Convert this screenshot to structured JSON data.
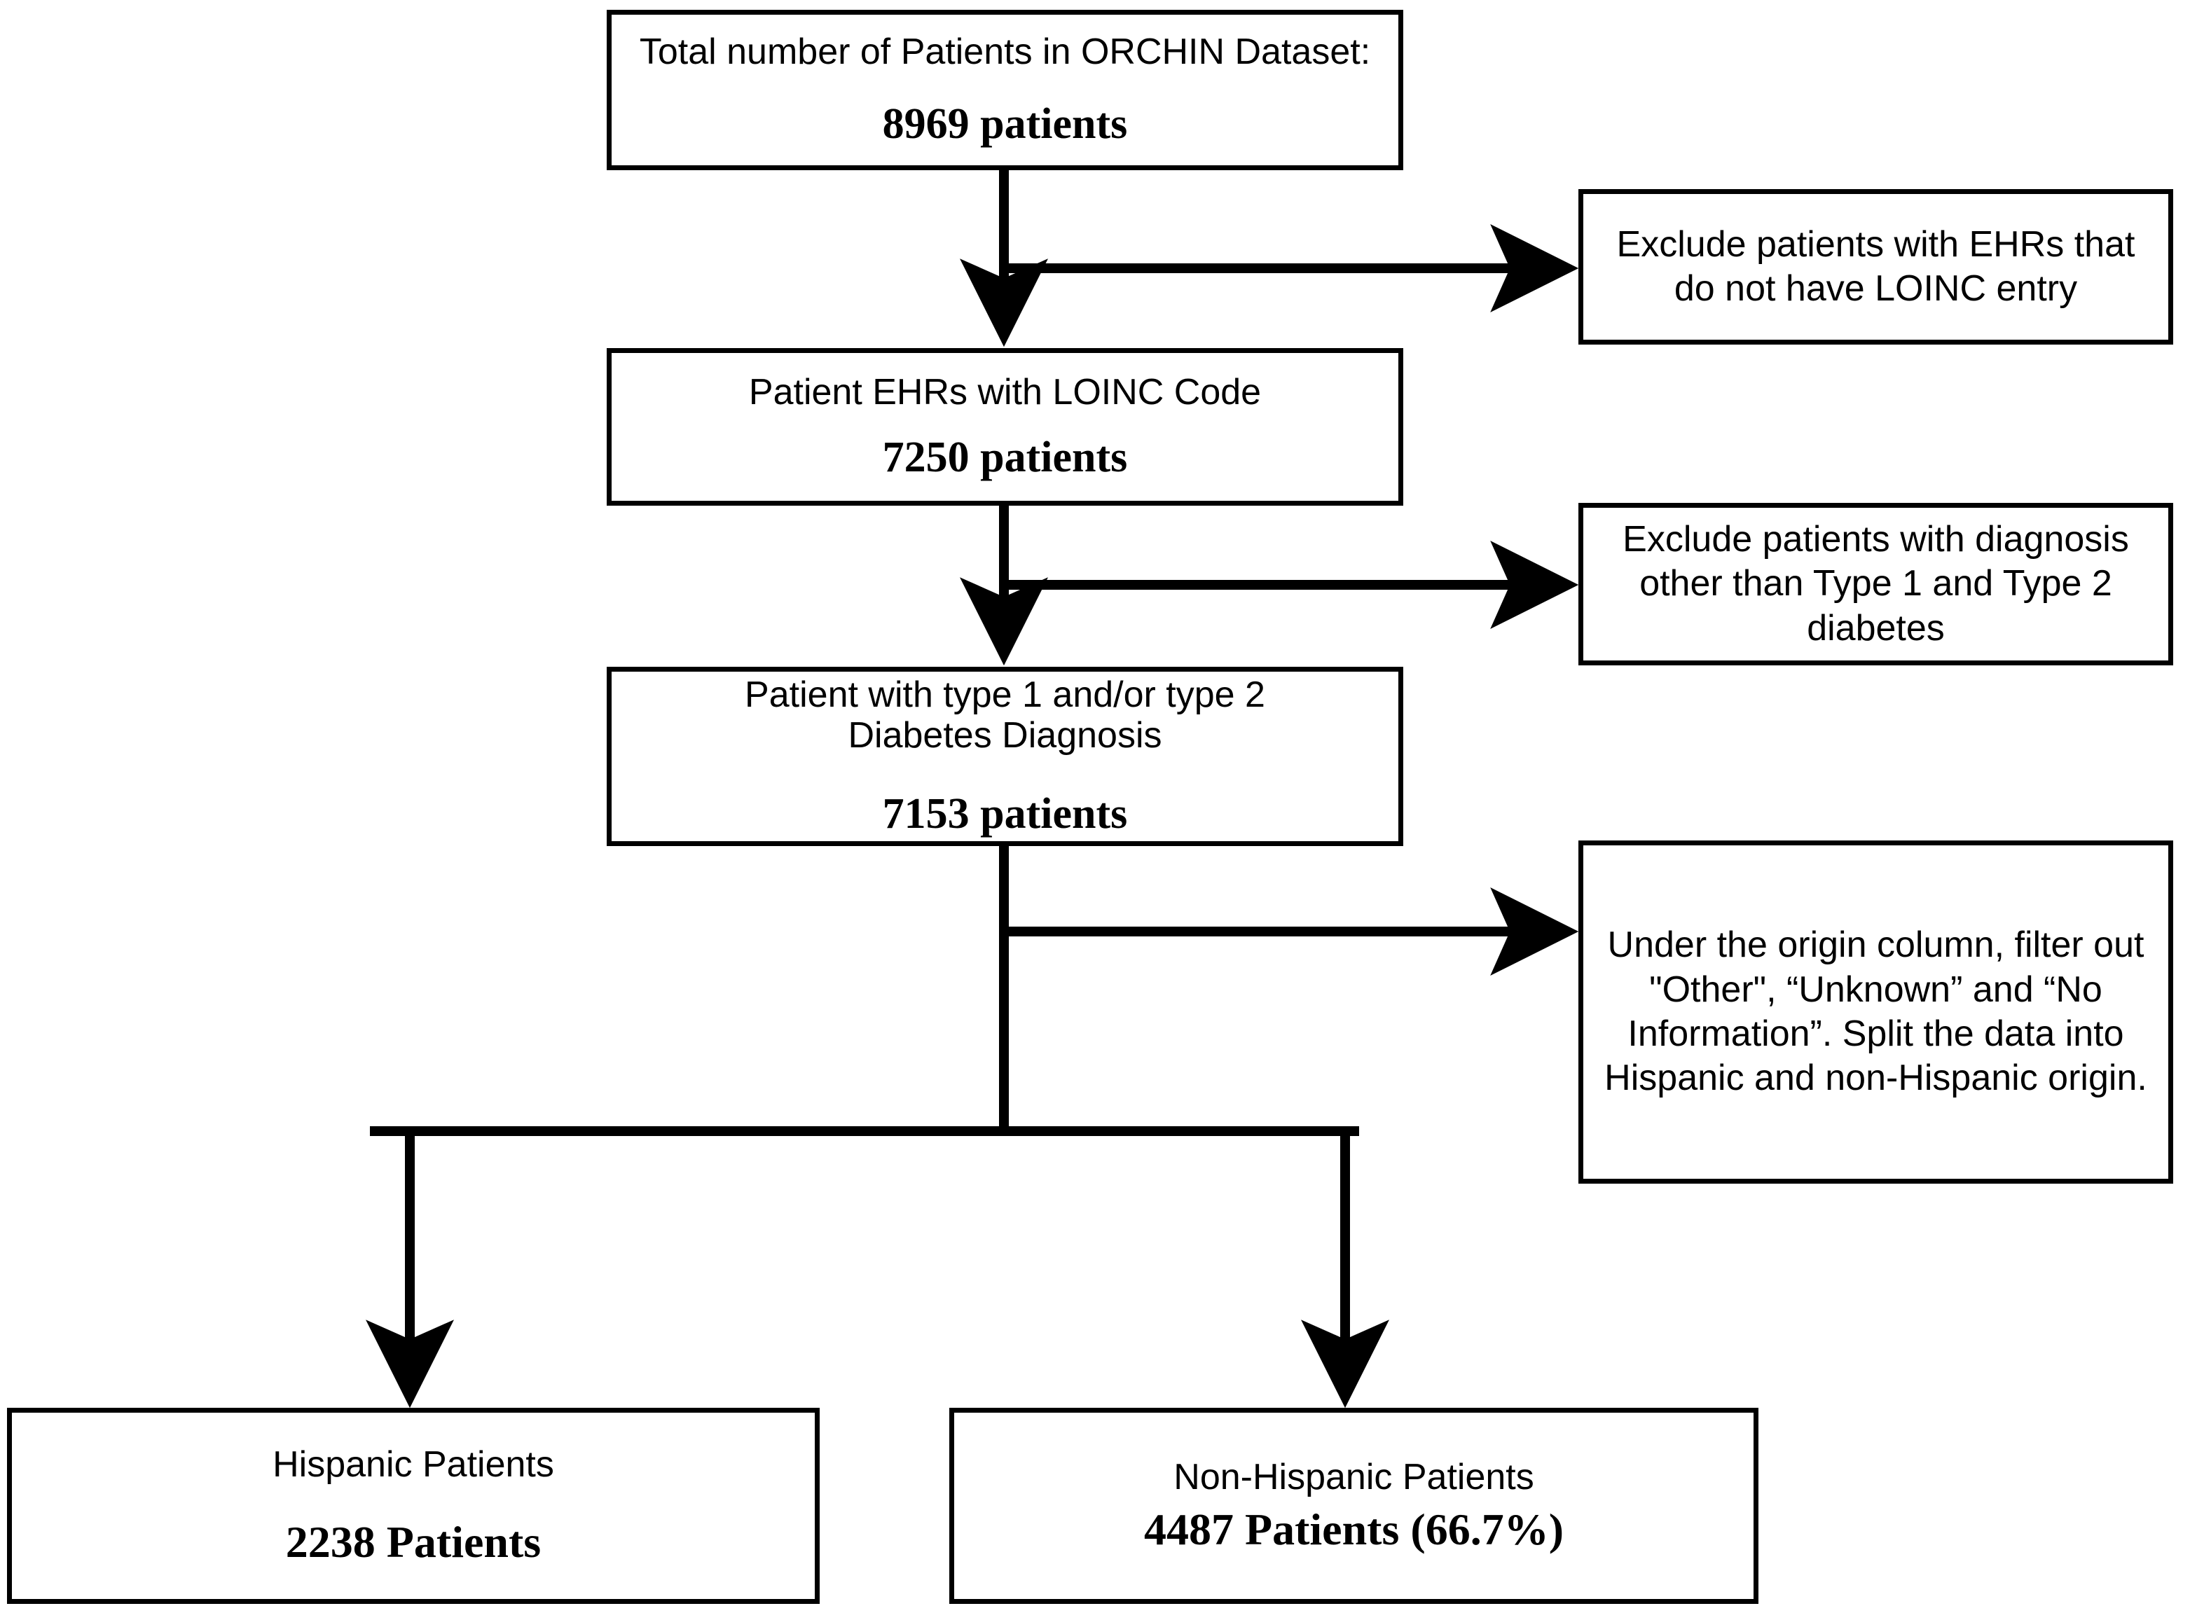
{
  "diagram": {
    "type": "flowchart",
    "title": "Patient cohort selection flow",
    "colors": {
      "background": "#ffffff",
      "stroke": "#000000",
      "text": "#000000"
    },
    "nodes": {
      "total": {
        "label": "Total number of Patients in ORCHIN Dataset:",
        "count": "8969 patients"
      },
      "loinc": {
        "label": "Patient EHRs with LOINC Code",
        "count": "7250 patients"
      },
      "diagnosis": {
        "label": "Patient with type 1 and/or type 2\nDiabetes Diagnosis",
        "count": "7153 patients"
      },
      "hispanic": {
        "label": "Hispanic Patients",
        "count": "2238 Patients"
      },
      "nonhispanic": {
        "label": "Non-Hispanic Patients",
        "count": "4487 Patients (66.7%)"
      }
    },
    "annotations": {
      "exclude_loinc": "Exclude patients with EHRs that do not have LOINC entry",
      "exclude_diabetes": "Exclude patients with diagnosis other than Type 1 and Type 2 diabetes",
      "filter_origin": "Under the origin column, filter out \"Other\", “Unknown” and “No Information”. Split the data into Hispanic and non-Hispanic origin."
    },
    "connectors": [
      {
        "name": "total-to-loinc",
        "kind": "arrow-down"
      },
      {
        "name": "total-to-exclude-loinc",
        "kind": "arrow-right"
      },
      {
        "name": "loinc-to-diagnosis",
        "kind": "arrow-down"
      },
      {
        "name": "loinc-to-exclude-diabetes",
        "kind": "arrow-right"
      },
      {
        "name": "diagnosis-to-filter-origin",
        "kind": "arrow-right"
      },
      {
        "name": "diagnosis-to-hispanic",
        "kind": "arrow-down-split-left"
      },
      {
        "name": "diagnosis-to-nonhispanic",
        "kind": "arrow-down-split-right"
      }
    ]
  }
}
